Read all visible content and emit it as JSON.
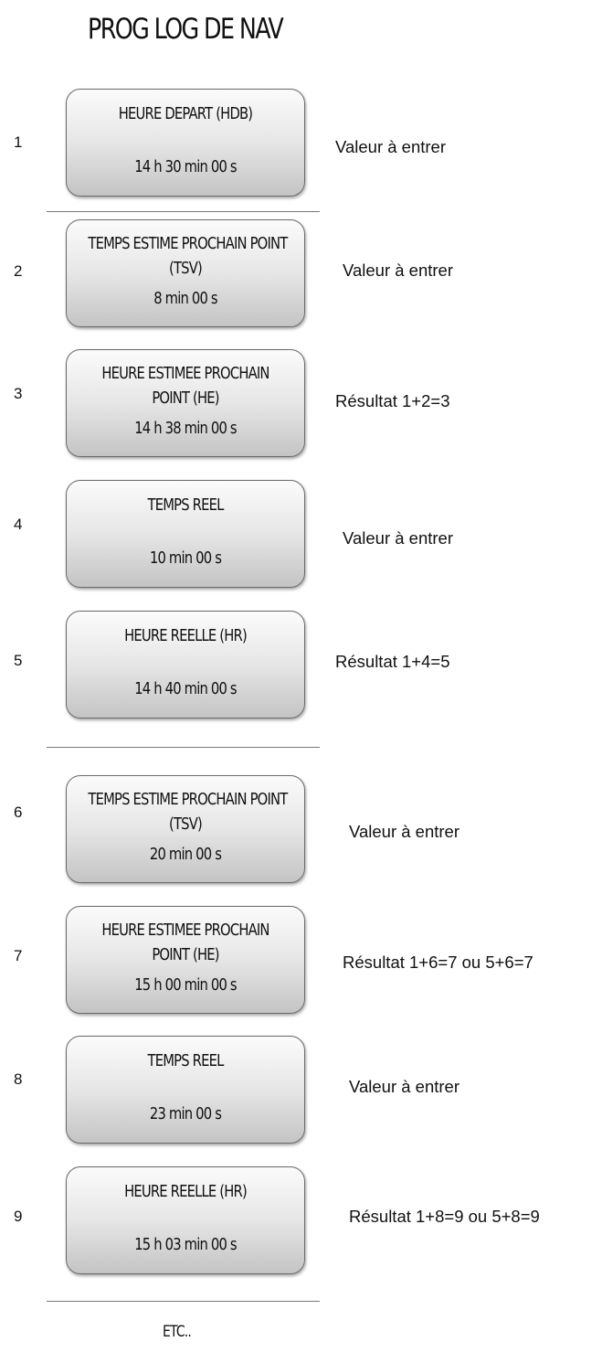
{
  "title": "PROG LOG DE NAV",
  "steps": [
    {
      "number": "1",
      "label_lines": [
        "HEURE DEPART (HDB)"
      ],
      "value": "14 h 30 min 00 s",
      "note": "Valeur à entrer"
    },
    {
      "number": "2",
      "label_lines": [
        "TEMPS ESTIME PROCHAIN POINT",
        "(TSV)"
      ],
      "value": "8 min 00 s",
      "note": "Valeur à entrer"
    },
    {
      "number": "3",
      "label_lines": [
        "HEURE ESTIMEE PROCHAIN",
        "POINT (HE)"
      ],
      "value": "14 h 38 min 00 s",
      "note": "Résultat 1+2=3"
    },
    {
      "number": "4",
      "label_lines": [
        "TEMPS REEL"
      ],
      "value": "10 min 00 s",
      "note": "Valeur à entrer"
    },
    {
      "number": "5",
      "label_lines": [
        "HEURE REELLE (HR)"
      ],
      "value": "14 h 40 min 00 s",
      "note": "Résultat  1+4=5"
    },
    {
      "number": "6",
      "label_lines": [
        "TEMPS ESTIME PROCHAIN POINT",
        "(TSV)"
      ],
      "value": "20 min 00 s",
      "note": "Valeur à entrer"
    },
    {
      "number": "7",
      "label_lines": [
        "HEURE ESTIMEE PROCHAIN",
        "POINT (HE)"
      ],
      "value": "15 h 00 min 00 s",
      "note": "Résultat  1+6=7 ou 5+6=7"
    },
    {
      "number": "8",
      "label_lines": [
        "TEMPS REEL"
      ],
      "value": "23 min 00 s",
      "note": "Valeur à entrer"
    },
    {
      "number": "9",
      "label_lines": [
        "HEURE REELLE (HR)"
      ],
      "value": "15 h 03 min 00 s",
      "note": "Résultat  1+8=9 ou 5+8=9"
    }
  ],
  "footer": "ETC.."
}
